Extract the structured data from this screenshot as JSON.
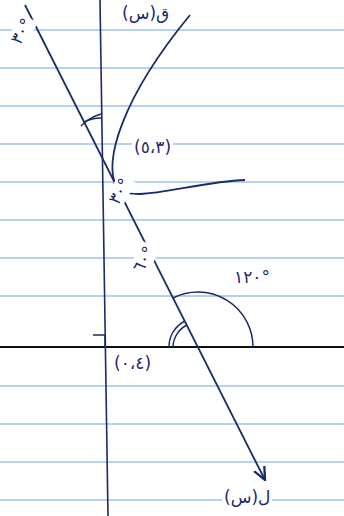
{
  "diagram": {
    "labels": [
      "ق(س)",
      "٣٠°",
      "(٥،٣)",
      "٣٠°",
      "٦٠°",
      "١٢٠°",
      "(٠،٤)",
      "ل(س)"
    ]
  }
}
